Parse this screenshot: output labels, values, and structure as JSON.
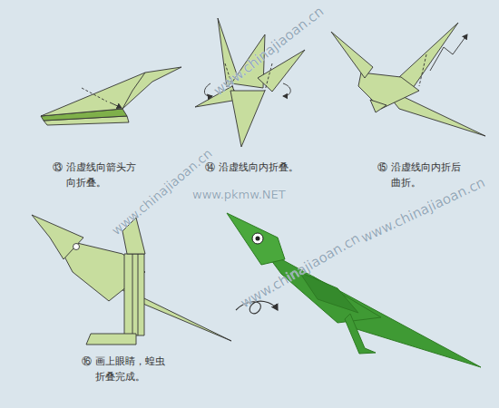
{
  "diagram": {
    "labels": [
      "⑬",
      "沿虚线向箭头方向折叠。",
      "⑭",
      "沿虚线向内折叠。",
      "⑮",
      "沿虚线向内折后曲折。",
      "⑯",
      "画上眼睛，蝗虫折叠完成。",
      "www.chinajiaoan.cn",
      "www.chinajiaoan.cn",
      "www.pkmw.NET",
      "www.chinajiaoan.cn",
      "www.chinajiaoan.cn"
    ]
  }
}
